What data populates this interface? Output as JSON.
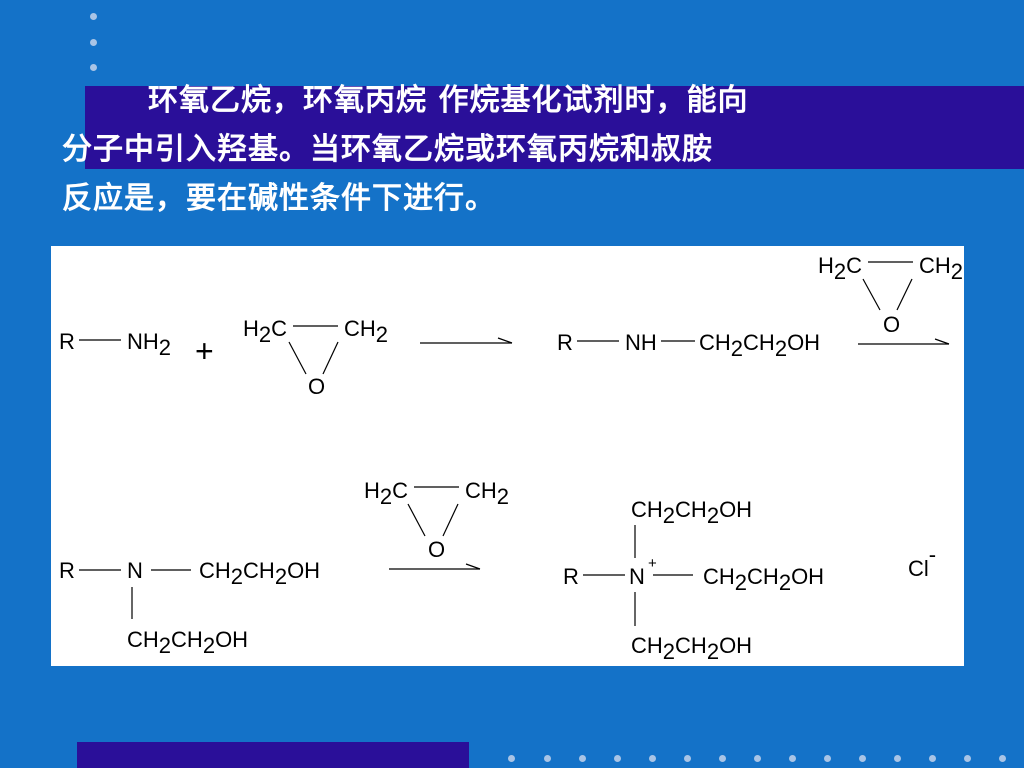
{
  "slide": {
    "text_lines": [
      "环氧乙烷，环氧丙烷 作烷基化试剂时，能向",
      "分子中引入羟基。当环氧乙烷或环氧丙烷和叔胺",
      "反应是，要在碱性条件下进行。"
    ]
  },
  "reaction": {
    "r": "R",
    "n": "N",
    "nh": "NH",
    "nh2": {
      "base": "NH",
      "sub": "2"
    },
    "plus": "+",
    "charge_plus": "+",
    "oxide": {
      "h": "H",
      "c": "C",
      "ch": "CH",
      "sub": "2",
      "o": "O"
    },
    "ch2ch2oh": {
      "ch": "CH",
      "sub": "2",
      "oh": "OH"
    },
    "chloride": {
      "base": "Cl",
      "charge": "-"
    }
  },
  "colors": {
    "background": "#1472c8",
    "band": "#2a0f99",
    "text": "#ffffff",
    "panel": "#ffffff"
  }
}
